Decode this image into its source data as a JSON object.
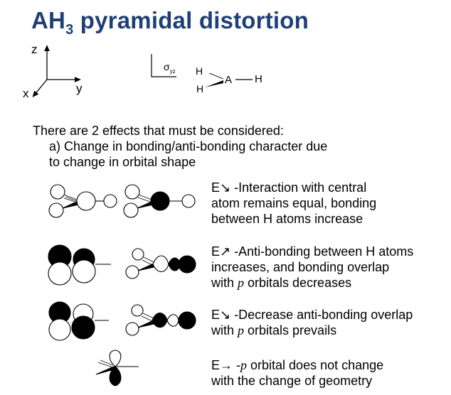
{
  "title": {
    "main": "AH",
    "sub": "3",
    "rest": " pyramidal distortion"
  },
  "axes": {
    "z": "z",
    "x": "x",
    "y": "y"
  },
  "symmetry": {
    "sigma": "σ",
    "sub": "yz"
  },
  "molecule": {
    "h_top": "H",
    "h_bottom": "H",
    "a": "A",
    "h_right": "H"
  },
  "intro": {
    "line1": "There are 2 effects that must be considered:",
    "line2": "a) Change in bonding/anti-bonding character due",
    "line3": "to change in orbital shape"
  },
  "effects": [
    {
      "arrow": "E↘",
      "l1": "-Interaction with central",
      "l2": "atom remains equal, bonding",
      "l3": "between H atoms increase"
    },
    {
      "arrow": "E↗",
      "l1": "-Anti-bonding between H atoms",
      "l2": "increases, and bonding overlap",
      "l3a": "with ",
      "l3p": "p",
      "l3b": " orbitals decreases"
    },
    {
      "arrow": "E↘",
      "l1": "-Decrease anti-bonding overlap",
      "l2a": "with ",
      "l2p": "p",
      "l2b": " orbitals prevails"
    },
    {
      "arrow": "E→",
      "l1a": " -",
      "l1p": "p",
      "l1b": " orbital does not change",
      "l2": "with the change of geometry"
    }
  ]
}
